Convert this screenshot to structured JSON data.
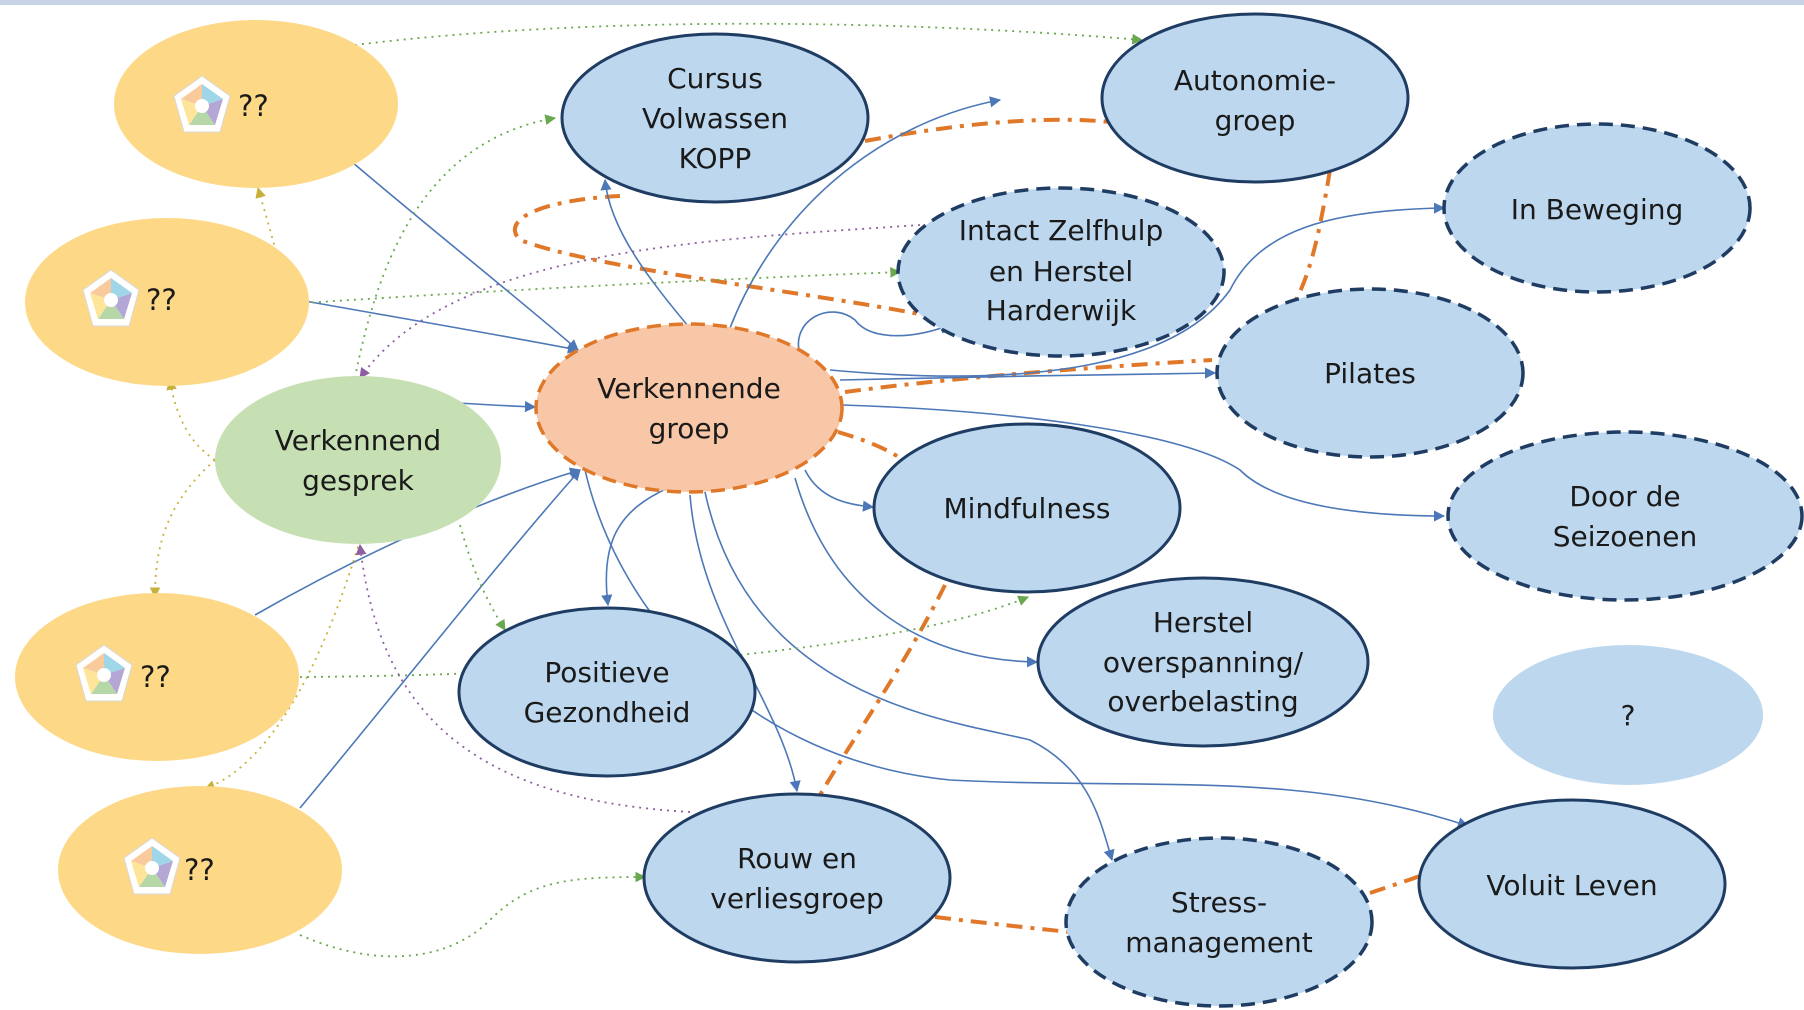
{
  "colors": {
    "yellow": "#fdd887",
    "green": "#c6e0b4",
    "orange": "#f8c7a8",
    "orange_dash": "#e0782a",
    "blue_fill": "#bdd7ee",
    "blue_stroke": "#1f3c63",
    "arrow_blue": "#4d78b8",
    "dot_yellow": "#c8b13a",
    "dot_green": "#6aa84f",
    "dot_purple": "#8e5ea2"
  },
  "nodes": {
    "unknown_1": {
      "label": "??"
    },
    "unknown_2": {
      "label": "??"
    },
    "unknown_3": {
      "label": "??"
    },
    "unknown_4": {
      "label": "??"
    },
    "verkennend_gesprek": {
      "lines": [
        "Verkennend",
        "gesprek"
      ]
    },
    "verkennende_groep": {
      "lines": [
        "Verkennende",
        "groep"
      ]
    },
    "cursus_kopp": {
      "lines": [
        "Cursus",
        "Volwassen",
        "KOPP"
      ]
    },
    "autonomiegroep": {
      "lines": [
        "Autonomie-",
        "groep"
      ]
    },
    "intact_zelfhulp": {
      "lines": [
        "Intact Zelfhulp",
        "en Herstel",
        "Harderwijk"
      ]
    },
    "in_beweging": {
      "lines": [
        "In Beweging"
      ]
    },
    "pilates": {
      "lines": [
        "Pilates"
      ]
    },
    "mindfulness": {
      "lines": [
        "Mindfulness"
      ]
    },
    "door_de_seizoenen": {
      "lines": [
        "Door de",
        "Seizoenen"
      ]
    },
    "positieve_gezondheid": {
      "lines": [
        "Positieve",
        "Gezondheid"
      ]
    },
    "herstel_overspanning": {
      "lines": [
        "Herstel",
        "overspanning/",
        "overbelasting"
      ]
    },
    "question": {
      "lines": [
        "?"
      ]
    },
    "rouw_verlies": {
      "lines": [
        "Rouw en",
        "verliesgroep"
      ]
    },
    "stress_management": {
      "lines": [
        "Stress-",
        "management"
      ]
    },
    "voluit_leven": {
      "lines": [
        "Voluit Leven"
      ]
    }
  }
}
